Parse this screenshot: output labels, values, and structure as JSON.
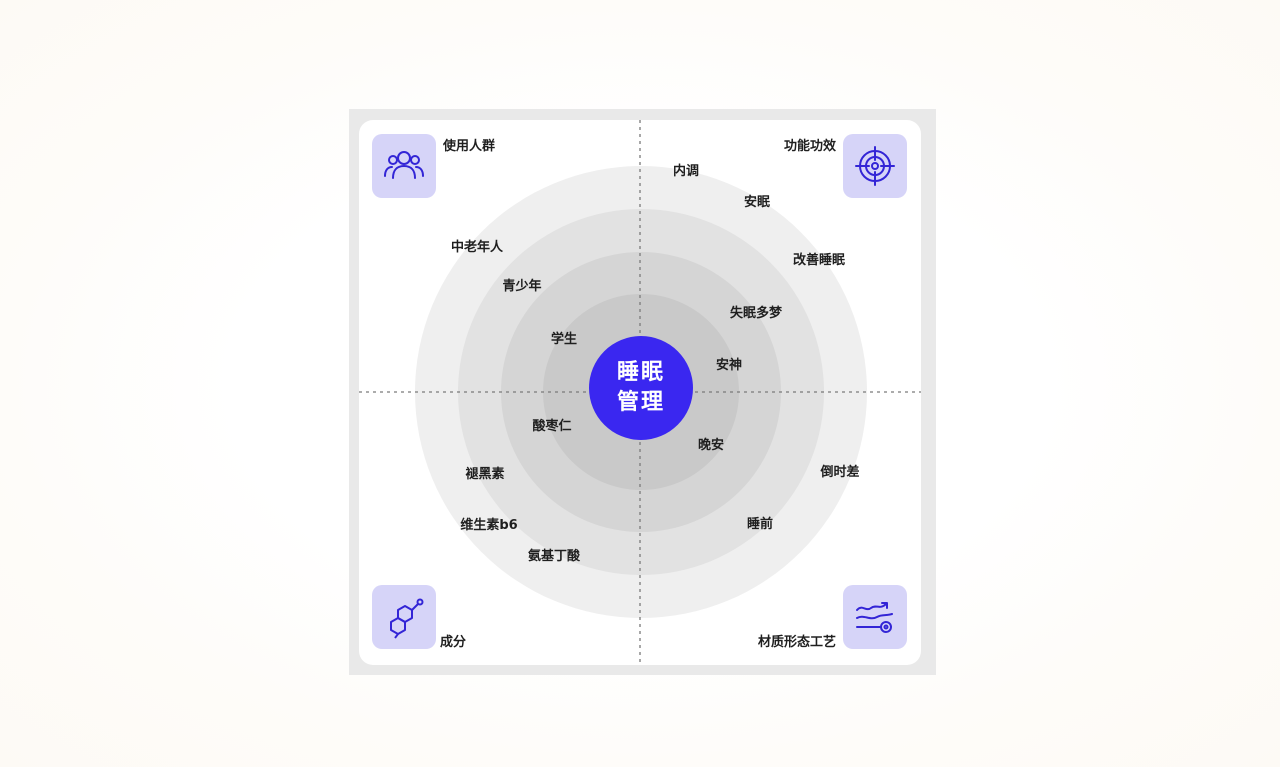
{
  "center": {
    "line1": "睡眠",
    "line2": "管理"
  },
  "quadrants": {
    "users": {
      "title": "使用人群",
      "icon": "people-icon",
      "items": [
        "中老年人",
        "青少年",
        "学生"
      ]
    },
    "effects": {
      "title": "功能功效",
      "icon": "target-icon",
      "items": [
        "内调",
        "安眠",
        "改善睡眠",
        "失眠多梦",
        "安神"
      ]
    },
    "ingredients": {
      "title": "成分",
      "icon": "molecule-icon",
      "items": [
        "酸枣仁",
        "褪黑素",
        "维生素b6",
        "氨基丁酸"
      ]
    },
    "form": {
      "title": "材质形态工艺",
      "icon": "process-icon",
      "items": [
        "晚安",
        "倒时差",
        "睡前"
      ]
    }
  },
  "colors": {
    "accent": "#3a27f0",
    "icon_bg": "#d6d4f8",
    "icon_stroke": "#3325d6",
    "ring_outer": "#efefef",
    "ring_2": "#e2e2e2",
    "ring_3": "#d5d5d5",
    "ring_inner": "#c9c9c9"
  }
}
